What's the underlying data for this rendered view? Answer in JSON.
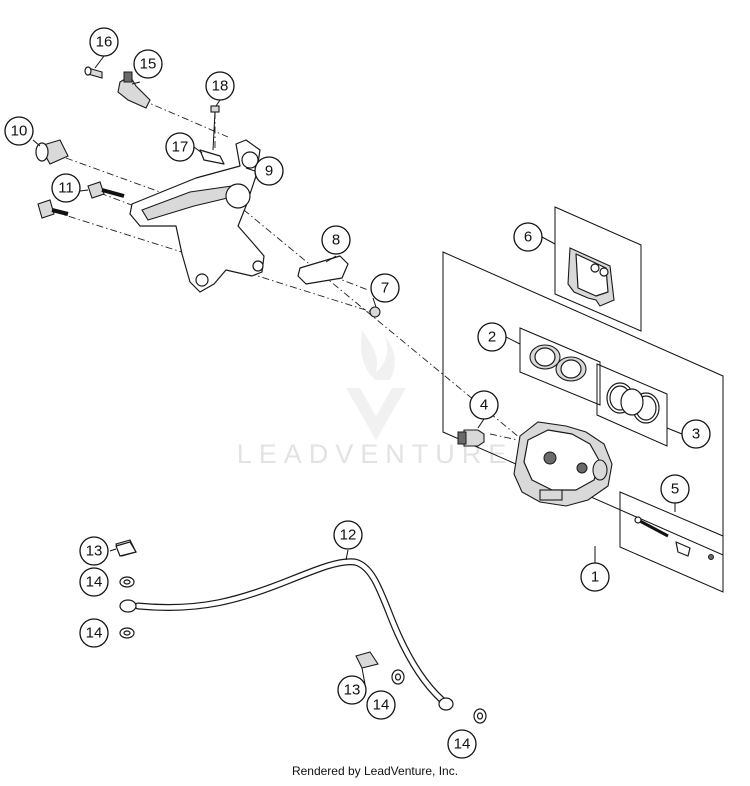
{
  "callouts": [
    {
      "id": "1",
      "label": "1"
    },
    {
      "id": "2",
      "label": "2"
    },
    {
      "id": "3",
      "label": "3"
    },
    {
      "id": "4",
      "label": "4"
    },
    {
      "id": "5",
      "label": "5"
    },
    {
      "id": "6",
      "label": "6"
    },
    {
      "id": "7",
      "label": "7"
    },
    {
      "id": "8",
      "label": "8"
    },
    {
      "id": "9",
      "label": "9"
    },
    {
      "id": "10",
      "label": "10"
    },
    {
      "id": "11",
      "label": "11"
    },
    {
      "id": "12",
      "label": "12"
    },
    {
      "id": "13a",
      "label": "13"
    },
    {
      "id": "13b",
      "label": "13"
    },
    {
      "id": "14a",
      "label": "14"
    },
    {
      "id": "14b",
      "label": "14"
    },
    {
      "id": "14c",
      "label": "14"
    },
    {
      "id": "14d",
      "label": "14"
    },
    {
      "id": "15",
      "label": "15"
    },
    {
      "id": "16",
      "label": "16"
    },
    {
      "id": "17",
      "label": "17"
    },
    {
      "id": "18",
      "label": "18"
    }
  ],
  "watermark": {
    "text": "LEADVENTURE"
  },
  "footer": {
    "text": "Rendered by LeadVenture, Inc."
  }
}
